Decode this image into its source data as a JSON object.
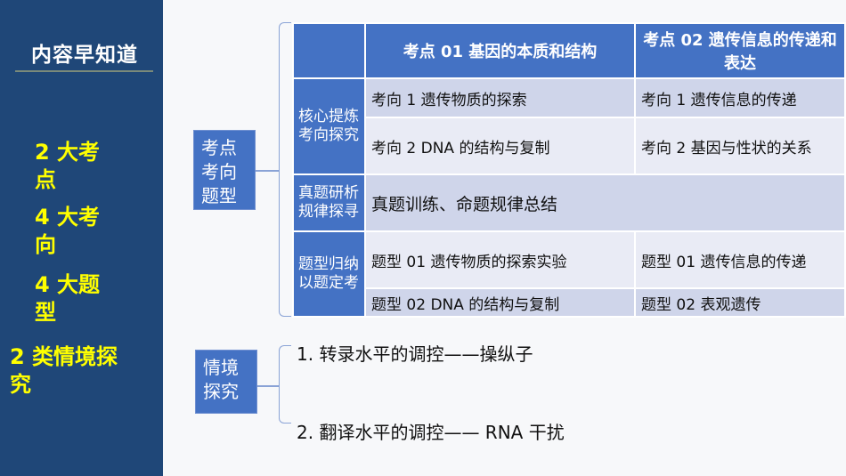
{
  "sidebar": {
    "title": "内容早知道",
    "items": [
      "2 大考点",
      "4 大考向",
      "4 大题型",
      "2 类情境探究"
    ]
  },
  "boxes": {
    "kaodian": "考点考向题型",
    "qingjing": "情境探究"
  },
  "table": {
    "headers": [
      "",
      "考点 01  基因的本质和结构",
      "考点 02  遗传信息的传递和表达"
    ],
    "sections": {
      "hexin": "核心提炼考向探究",
      "zhenti": "真题研析规律探寻",
      "tixing": "题型归纳以题定考"
    },
    "rows": [
      [
        "考向 1  遗传物质的探索",
        "考向 1  遗传信息的传递"
      ],
      [
        "考向 2 DNA 的结构与复制",
        "考向 2  基因与性状的关系"
      ],
      [
        "真题训练、命题规律总结"
      ],
      [
        "题型 01  遗传物质的探索实验",
        "题型 01  遗传信息的传递"
      ],
      [
        "题型 02 DNA 的结构与复制",
        "题型 02  表观遗传"
      ]
    ]
  },
  "contexts": [
    "1. 转录水平的调控——操纵子",
    "2. 翻译水平的调控—— RNA 干扰"
  ]
}
